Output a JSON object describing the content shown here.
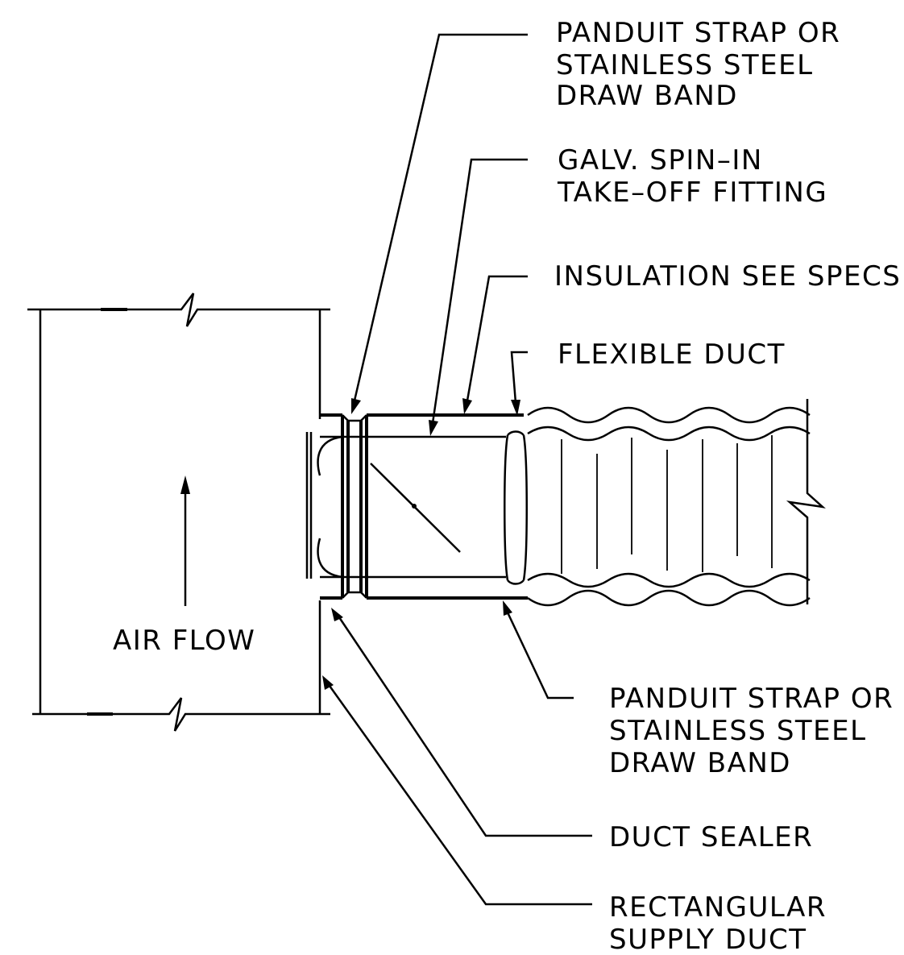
{
  "labels": {
    "panduit_top": [
      "PANDUIT STRAP OR",
      "STAINLESS STEEL",
      "DRAW BAND"
    ],
    "spin_in": [
      "GALV. SPIN–IN",
      "TAKE–OFF FITTING"
    ],
    "insulation": [
      "INSULATION SEE SPECS."
    ],
    "flexible_duct": [
      "FLEXIBLE DUCT"
    ],
    "air_flow": [
      "AIR FLOW"
    ],
    "panduit_bottom": [
      "PANDUIT STRAP OR",
      "STAINLESS STEEL",
      "DRAW BAND"
    ],
    "duct_sealer": [
      "DUCT SEALER"
    ],
    "rect_duct": [
      "RECTANGULAR",
      "SUPPLY DUCT"
    ]
  }
}
